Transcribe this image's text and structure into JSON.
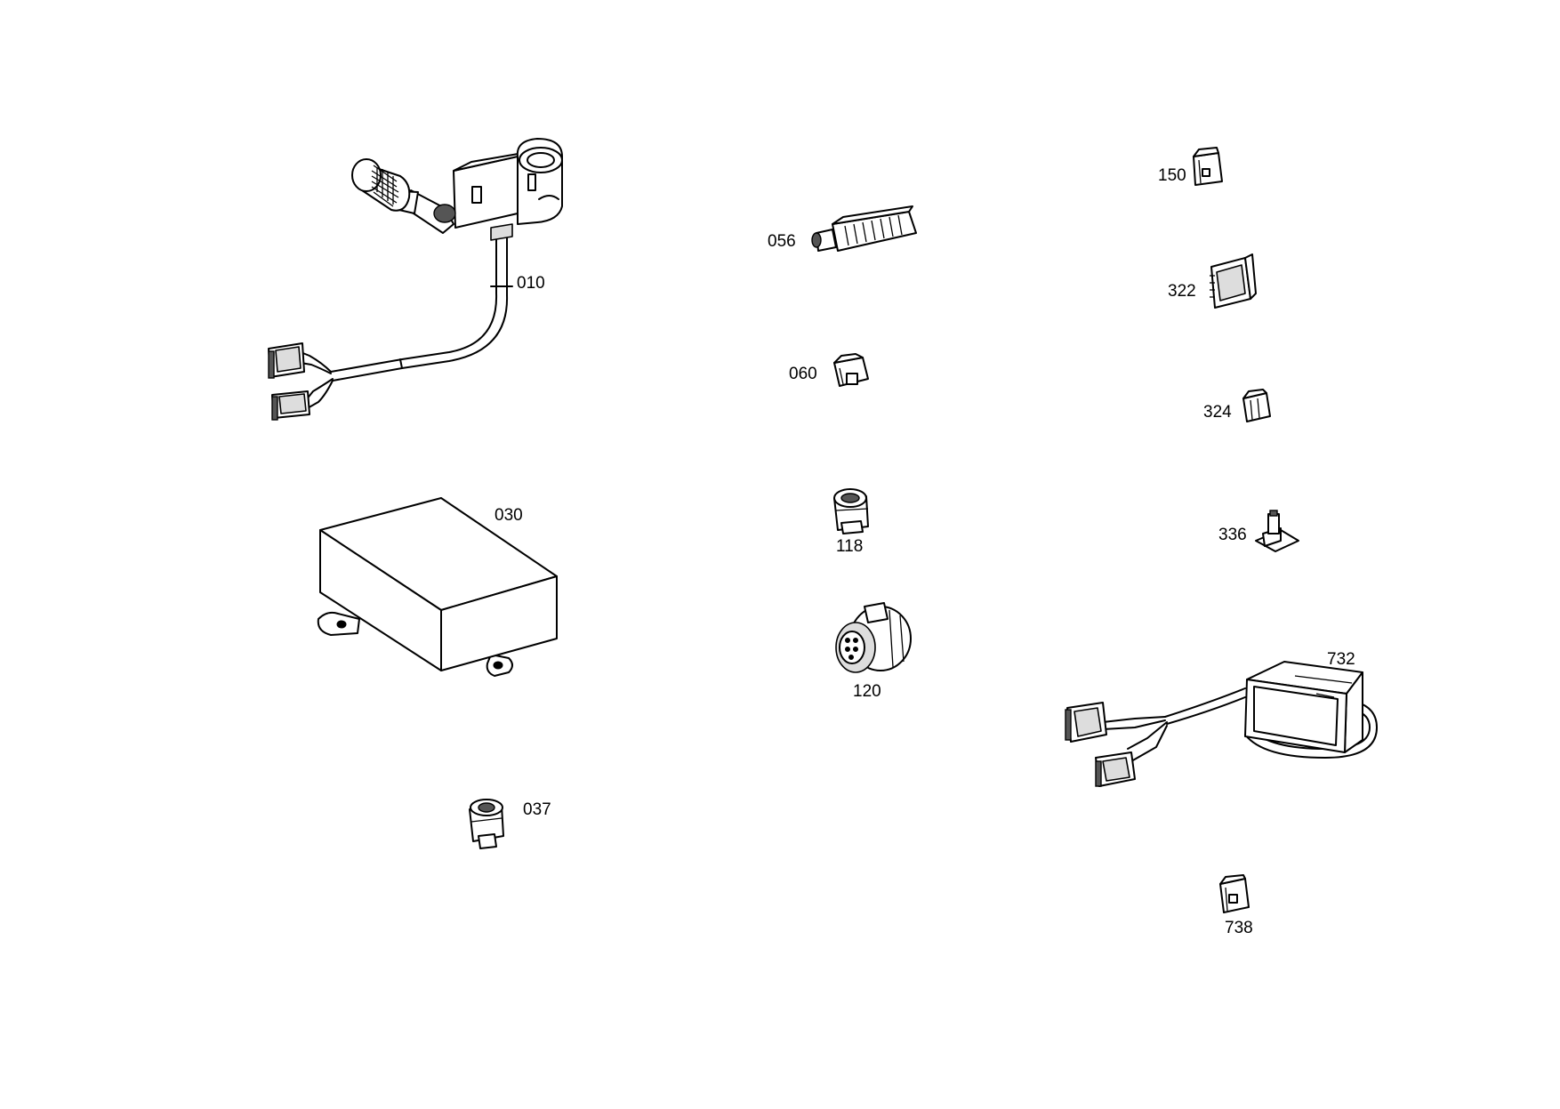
{
  "parts": [
    {
      "id": "p010",
      "label": "010"
    },
    {
      "id": "p030",
      "label": "030"
    },
    {
      "id": "p037",
      "label": "037"
    },
    {
      "id": "p056",
      "label": "056"
    },
    {
      "id": "p060",
      "label": "060"
    },
    {
      "id": "p118",
      "label": "118"
    },
    {
      "id": "p120",
      "label": "120"
    },
    {
      "id": "p150",
      "label": "150"
    },
    {
      "id": "p322",
      "label": "322"
    },
    {
      "id": "p324",
      "label": "324"
    },
    {
      "id": "p336",
      "label": "336"
    },
    {
      "id": "p732",
      "label": "732"
    },
    {
      "id": "p738",
      "label": "738"
    }
  ]
}
